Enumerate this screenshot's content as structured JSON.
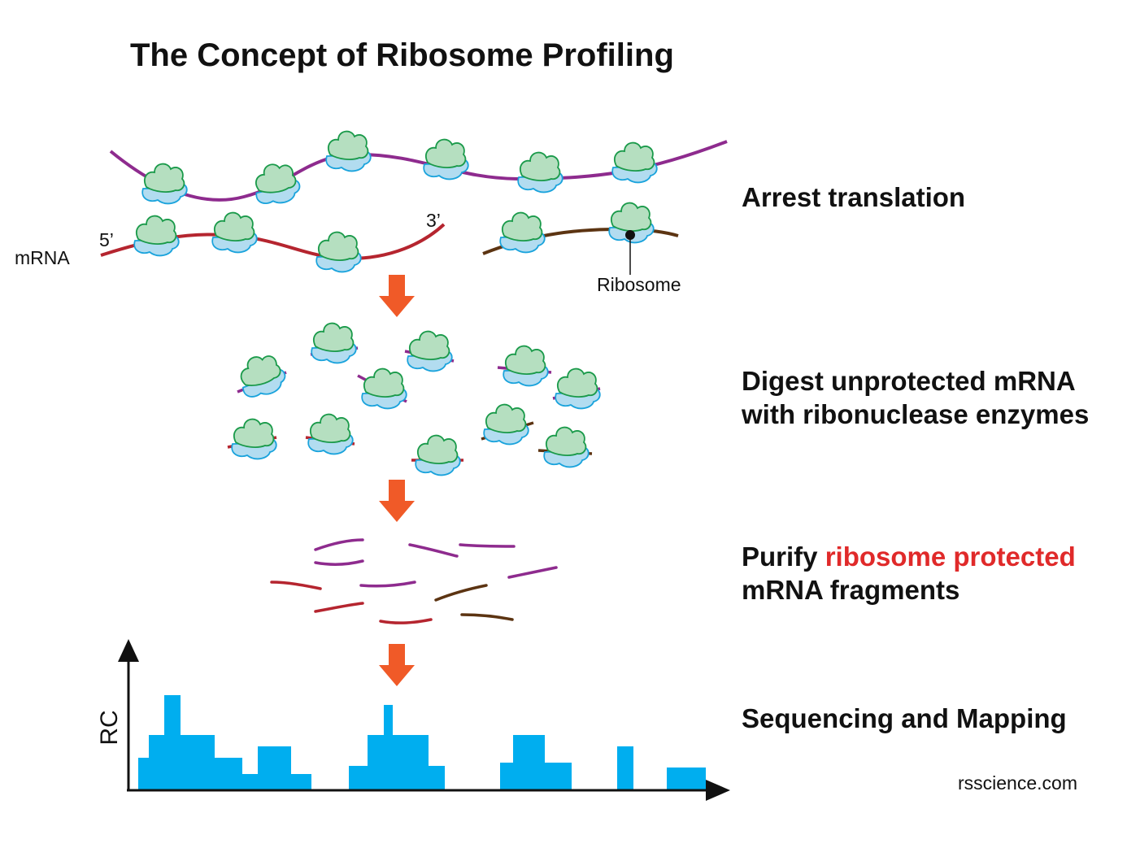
{
  "title": "The Concept of Ribosome Profiling",
  "labels": {
    "mrna": "mRNA",
    "five_prime": "5’",
    "three_prime": "3’",
    "ribosome": "Ribosome",
    "rc_axis": "RC"
  },
  "steps": {
    "arrest": "Arrest translation",
    "digest_line1": "Digest unprotected mRNA",
    "digest_line2": "with ribonuclease enzymes",
    "purify_prefix": "Purify ",
    "purify_highlight": "ribosome protected",
    "purify_line2": "mRNA fragments",
    "sequencing": "Sequencing and Mapping"
  },
  "credit": "rsscience.com",
  "colors": {
    "purple_mrna": "#8e2b8e",
    "red_mrna": "#b5252f",
    "brown_mrna": "#5c3412",
    "ribosome_large": "#b5dfc0",
    "ribosome_large_stroke": "#1a9a4a",
    "ribosome_small": "#b2dcf0",
    "ribosome_small_stroke": "#1aa3dc",
    "arrow": "#f05a28",
    "histogram": "#00aeef",
    "highlight_text": "#e02a2a"
  },
  "icons": {
    "process_arrow": "down-arrow-icon",
    "ribosome": "ribosome-icon"
  }
}
